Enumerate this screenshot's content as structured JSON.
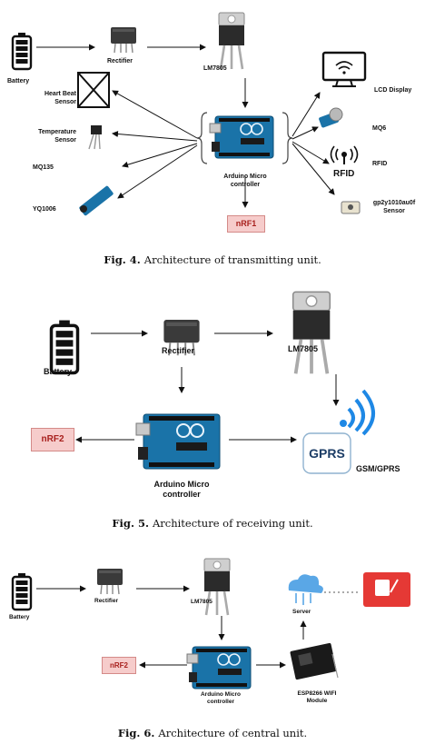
{
  "fig4": {
    "caption_num": "Fig. 4.",
    "caption_text": "Architecture of transmitting unit.",
    "battery": "Battery",
    "rectifier": "Rectifier",
    "regulator": "LM7805",
    "heart_beat": "Heart Beat Sensor",
    "temperature": "Temperature Sensor",
    "mq135": "MQ135",
    "yq1006": "YQ1006",
    "mcu": "Arduino Micro controller",
    "nrf": "nRF1",
    "lcd": "LCD Display",
    "mq6": "MQ6",
    "rfid_word": "RFID",
    "rfid": "RFID",
    "gp2y": "gp2y1010au0f Sensor"
  },
  "fig5": {
    "caption_num": "Fig. 5.",
    "caption_text": "Architecture of receiving unit.",
    "battery": "Battery",
    "rectifier": "Rectifier",
    "regulator": "LM7805",
    "nrf": "nRF2",
    "mcu_line1": "Arduino Micro",
    "mcu_line2": "controller",
    "gprs_badge": "GPRS",
    "gsm": "GSM/GPRS"
  },
  "fig6": {
    "caption_num": "Fig. 6.",
    "caption_text": "Architecture of central unit.",
    "battery": "Battery",
    "rectifier": "Rectifier",
    "regulator": "LM7805",
    "server": "Server",
    "nrf": "nRF2",
    "mcu_line1": "Arduino Micro",
    "mcu_line2": "controller",
    "esp_line1": "ESP8266 WIFI",
    "esp_line2": "Module"
  },
  "colors": {
    "nrf_fill": "#f6cccb",
    "nrf_text": "#a8201d",
    "arduino_blue": "#1a73a8",
    "wifi_blue": "#1e88e5"
  }
}
